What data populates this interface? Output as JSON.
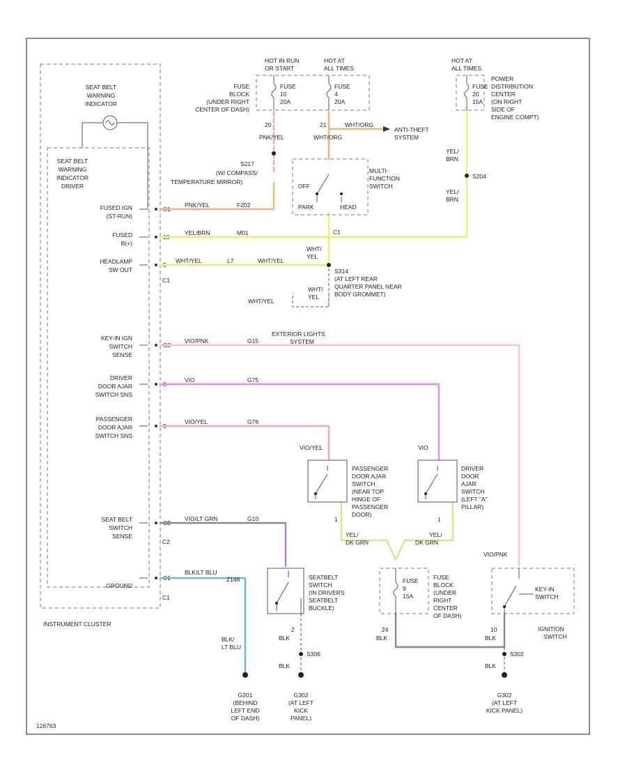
{
  "colors": {
    "orange": "#f0b27a",
    "pink": "#f4a3c0",
    "yellow": "#eeee66",
    "magenta": "#ee88ee",
    "green": "#c8ee88",
    "teal": "#66bbcc",
    "gray": "#888888",
    "purple": "#b57ad8",
    "lightpink": "#f7c3d3"
  },
  "cluster": {
    "title": "INSTRUMENT CLUSTER",
    "indicator": [
      "SEAT BELT",
      "WARNING",
      "INDICATOR"
    ],
    "driver": [
      "SEAT BELT",
      "WARNING",
      "INDICATOR",
      "DRIVER"
    ],
    "conn_c1_a": "C1",
    "conn_c2": "C2",
    "conn_c1_b": "C1",
    "pins": [
      {
        "label": [
          "FUSED IGN",
          "(ST-RUN)"
        ],
        "pin": "C1"
      },
      {
        "label": [
          "FUSED",
          "B(+)"
        ],
        "pin": "10"
      },
      {
        "label": [
          "HEADLAMP",
          "SW OUT"
        ],
        "pin": "5"
      },
      {
        "label": [
          "KEY-IN IGN",
          "SWITCH",
          "SENSE"
        ],
        "pin": "C2"
      },
      {
        "label": [
          "DRIVER",
          "DOOR AJAR",
          "SWITCH SNS"
        ],
        "pin": "8"
      },
      {
        "label": [
          "PASSENGER",
          "DOOR AJAR",
          "SWITCH SNS"
        ],
        "pin": "9"
      },
      {
        "label": [
          "SEAT BELT",
          "SWITCH",
          "SENSE"
        ],
        "pin": "C2"
      },
      {
        "label": [
          "GROUND"
        ],
        "pin": "C1"
      }
    ]
  },
  "fuses_top": {
    "hot1": [
      "HOT IN RUN",
      "OR START"
    ],
    "hot2": [
      "HOT AT",
      "ALL TIMES"
    ],
    "fuse1": [
      "FUSE",
      "10",
      "20A"
    ],
    "fuse2": [
      "FUSE",
      "4",
      "20A"
    ],
    "block": [
      "FUSE",
      "BLOCK",
      "(UNDER RIGHT",
      "CENTER OF DASH)"
    ],
    "pin1": "20",
    "pin2": "21",
    "w1": "PNK/YEL",
    "w2": "WHT/ORG",
    "w_antitheft": "WHT/ORG",
    "antitheft": [
      "ANTI-THEFT",
      "SYSTEM"
    ]
  },
  "pdc": {
    "hot": [
      "HOT AT",
      "ALL TIMES"
    ],
    "fuse": [
      "FUSE",
      "20",
      "15A"
    ],
    "label": [
      "POWER",
      "DISTRIBUTION",
      "CENTER",
      "(ON RIGHT",
      "SIDE OF",
      "ENGINE COMPT)"
    ],
    "w1": [
      "YEL/",
      "BRN"
    ],
    "splice": "S204",
    "w2": [
      "YEL/",
      "BRN"
    ]
  },
  "mid": {
    "splice": "S217",
    "splice_note": [
      "(W/ COMPASS/",
      "TEMPERATURE MIRROR)"
    ],
    "wire_fused_ign": "PNK/YEL",
    "circuit_fused_ign": "F202",
    "wire_fused_b": "YEL/BRN",
    "circuit_fused_b": "M01",
    "mfs": [
      "MULTI-",
      "FUNCTION",
      "SWITCH"
    ],
    "sw_off": "OFF",
    "sw_park": "PARK",
    "sw_head": "HEAD",
    "sw_pin": "C1",
    "wire_headlamp": "WHT/YEL",
    "circuit_headlamp": "L7",
    "wire_headlamp2": "WHT/YEL",
    "mfs_wire": [
      "WHT/",
      "YEL"
    ],
    "s314": "S314",
    "s314_note": [
      "(AT LEFT REAR",
      "QUARTER PANEL NEAR",
      "BODY GROMMET)"
    ],
    "loop_wire": [
      "WHT/",
      "YEL"
    ],
    "loop_w2": "WHT/YEL"
  },
  "lower": {
    "ext_lights": [
      "EXTERIOR LIGHTS",
      "SYSTEM"
    ],
    "w_keyin": "VIO/PNK",
    "c_keyin": "G15",
    "w_driver": "VIO",
    "c_driver": "G75",
    "w_pass": "VIO/YEL",
    "c_pass": "G76",
    "pass_wire": "VIO/YEL",
    "driver_wire": "VIO",
    "pass_switch": [
      "PASSENGER",
      "DOOR AJAR",
      "SWITCH",
      "(NEAR TOP",
      "HINGE OF",
      "PASSENGER",
      "DOOR)"
    ],
    "driver_switch": [
      "DRIVER",
      "DOOR",
      "AJAR",
      "SWITCH",
      "(LEFT \"A\"",
      "PILLAR)"
    ],
    "pass_pin": "1",
    "driver_pin": "1",
    "w_yel1": [
      "YEL/",
      "DK GRN"
    ],
    "w_yel2": [
      "YEL/",
      "DK GRN"
    ],
    "w_seatbelt": "VIO/LT GRN",
    "c_seatbelt": "G10",
    "w_ground": "BLK/LT BLU",
    "c_ground": "Z146",
    "seatbelt_sw": [
      "SEATBELT",
      "SWITCH",
      "(IN DRIVERS",
      "SEATBELT",
      "BUCKLE)"
    ],
    "sb_pin": "2",
    "sb_wire": "BLK",
    "sb_splice": "S306",
    "sb_wire2": "BLK",
    "sb_ground": [
      "G302",
      "(AT LEFT",
      "KICK",
      "PANEL)"
    ],
    "gnd_wire": [
      "BLK/",
      "LT BLU"
    ],
    "gnd_g": [
      "G201",
      "(BEHIND",
      "LEFT END",
      "OF DASH)"
    ],
    "fuse3": [
      "FUSE",
      "9",
      "15A"
    ],
    "fuse3_block": [
      "FUSE",
      "BLOCK",
      "(UNDER",
      "RIGHT",
      "CENTER",
      "OF DASH)"
    ],
    "fuse3_pin": "24",
    "fuse3_wire": "BLK",
    "ign_wire": "VIO/PNK",
    "keyin": [
      "KEY-IN",
      "SWITCH"
    ],
    "ign_switch": [
      "IGNITION",
      "SWITCH"
    ],
    "ign_pin": "10",
    "ign_w": "BLK",
    "ign_splice": "S302",
    "ign_w2": "BLK",
    "ign_ground": [
      "G302",
      "(AT LEFT",
      "KICK PANEL)"
    ]
  },
  "footer": "126763"
}
